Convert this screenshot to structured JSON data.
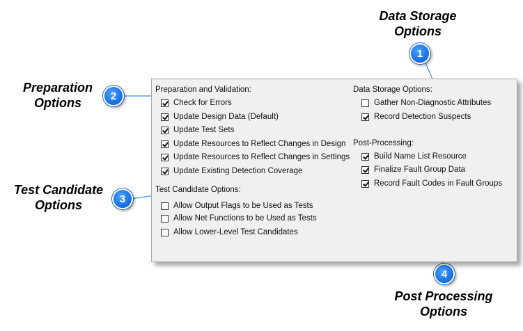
{
  "callouts": [
    {
      "number": "1",
      "line1": "Data Storage",
      "line2": "Options"
    },
    {
      "number": "2",
      "line1": "Preparation",
      "line2": "Options"
    },
    {
      "number": "3",
      "line1": "Test Candidate",
      "line2": "Options"
    },
    {
      "number": "4",
      "line1": "Post Processing",
      "line2": "Options"
    }
  ],
  "colors": {
    "badge": "#1a73e8",
    "leader": "#3b8fe0",
    "panel": "#f0f0f0"
  },
  "preparation": {
    "label": "Preparation and Validation:",
    "items": [
      {
        "label": "Check for Errors",
        "checked": true
      },
      {
        "label": "Update Design Data (Default)",
        "checked": true
      },
      {
        "label": "Update Test Sets",
        "checked": true
      },
      {
        "label": "Update Resources to Reflect Changes in Design",
        "checked": true
      },
      {
        "label": "Update Resources to Reflect Changes in Settings",
        "checked": true
      },
      {
        "label": "Update Existing Detection Coverage",
        "checked": true
      }
    ]
  },
  "test_candidate": {
    "label": "Test Candidate Options:",
    "items": [
      {
        "label": "Allow Output Flags to be Used as Tests",
        "checked": false
      },
      {
        "label": "Allow Net Functions to be Used as Tests",
        "checked": false
      },
      {
        "label": "Allow Lower-Level Test Candidates",
        "checked": false
      }
    ]
  },
  "data_storage": {
    "label": "Data Storage Options:",
    "items": [
      {
        "label": "Gather Non-Diagnostic Attributes",
        "checked": false
      },
      {
        "label": "Record Detection Suspects",
        "checked": true
      }
    ]
  },
  "post_processing": {
    "label": "Post-Processing:",
    "items": [
      {
        "label": "Build Name List Resource",
        "checked": true
      },
      {
        "label": "Finalize Fault Group Data",
        "checked": true
      },
      {
        "label": "Record Fault Codes in Fault Groups",
        "checked": true
      }
    ]
  }
}
